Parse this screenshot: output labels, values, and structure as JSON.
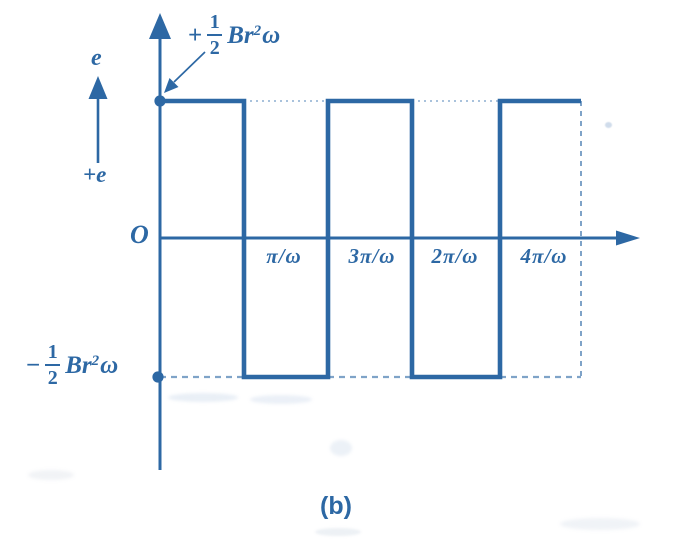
{
  "figure": {
    "caption": "(b)",
    "background": "#ffffff",
    "primary_color": "#2d68a4"
  },
  "y_axis": {
    "symbol": "e",
    "positive_direction_label": "+e",
    "origin_label": "O"
  },
  "x_axis": {
    "tick_labels": [
      "π/ω",
      "3π/ω",
      "2π/ω",
      "4π/ω"
    ]
  },
  "amplitude_labels": {
    "positive": {
      "sign": "+",
      "numerator": "1",
      "denominator": "2",
      "base": "Br",
      "exponent": "2",
      "suffix": "ω"
    },
    "negative": {
      "sign": "−",
      "numerator": "1",
      "denominator": "2",
      "base": "Br",
      "exponent": "2",
      "suffix": "ω"
    }
  },
  "chart_data": {
    "type": "line",
    "subtype": "square_wave",
    "title": "",
    "ylabel": "e",
    "xlabel": "",
    "x_tick_labels": [
      "π/ω",
      "3π/ω",
      "2π/ω",
      "4π/ω"
    ],
    "y_levels": {
      "positive_label": "+1/2 Br²ω",
      "negative_label": "−1/2 Br²ω",
      "positive_value": 1,
      "negative_value": -1
    },
    "xlim": [
      0,
      5
    ],
    "ylim": [
      -1,
      1
    ],
    "grid": false,
    "legend_position": "none",
    "series": [
      {
        "name": "e",
        "points": [
          [
            0,
            1
          ],
          [
            1,
            1
          ],
          [
            1,
            -1
          ],
          [
            2,
            -1
          ],
          [
            2,
            1
          ],
          [
            3,
            1
          ],
          [
            3,
            -1
          ],
          [
            4,
            -1
          ],
          [
            4,
            1
          ],
          [
            5,
            1
          ]
        ]
      }
    ]
  }
}
